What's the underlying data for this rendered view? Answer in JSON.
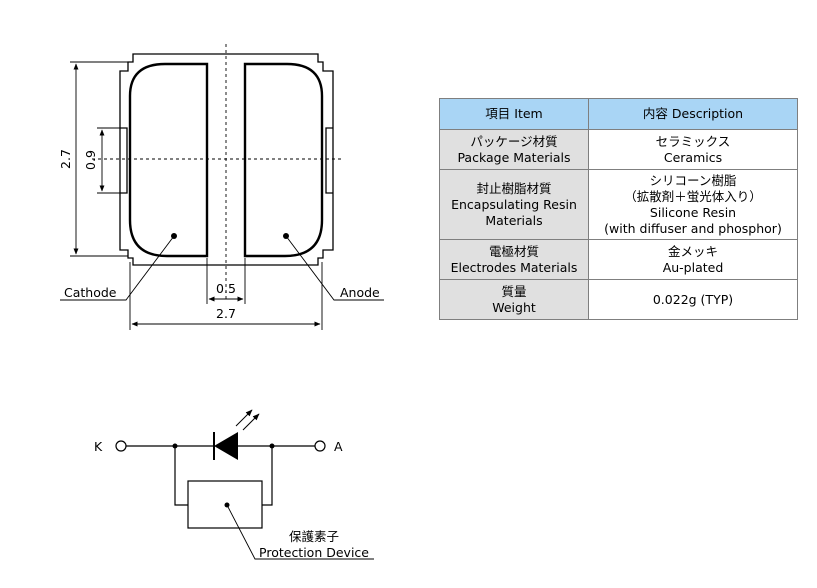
{
  "dimensions": {
    "height_total": "2.7",
    "pad_height": "0.9",
    "gap_width": "0.5",
    "width_total": "2.7"
  },
  "labels": {
    "cathode": "Cathode",
    "anode": "Anode"
  },
  "table": {
    "header": {
      "item": "項目 Item",
      "description": "内容 Description"
    },
    "rows": [
      {
        "item": [
          "パッケージ材質",
          "Package Materials"
        ],
        "desc": [
          "セラミックス",
          "Ceramics"
        ]
      },
      {
        "item": [
          "封止樹脂材質",
          "Encapsulating Resin",
          "Materials"
        ],
        "desc": [
          "シリコーン樹脂",
          "（拡散剤＋蛍光体入り）",
          "Silicone Resin",
          "(with diffuser and phosphor)"
        ]
      },
      {
        "item": [
          "電極材質",
          "Electrodes Materials"
        ],
        "desc": [
          "金メッキ",
          "Au-plated"
        ]
      },
      {
        "item": [
          "質量",
          "Weight"
        ],
        "desc": [
          "0.022g (TYP)"
        ]
      }
    ]
  },
  "circuit": {
    "terminal_k": "K",
    "terminal_a": "A",
    "protection_jp": "保護素子",
    "protection_en": "Protection Device"
  }
}
